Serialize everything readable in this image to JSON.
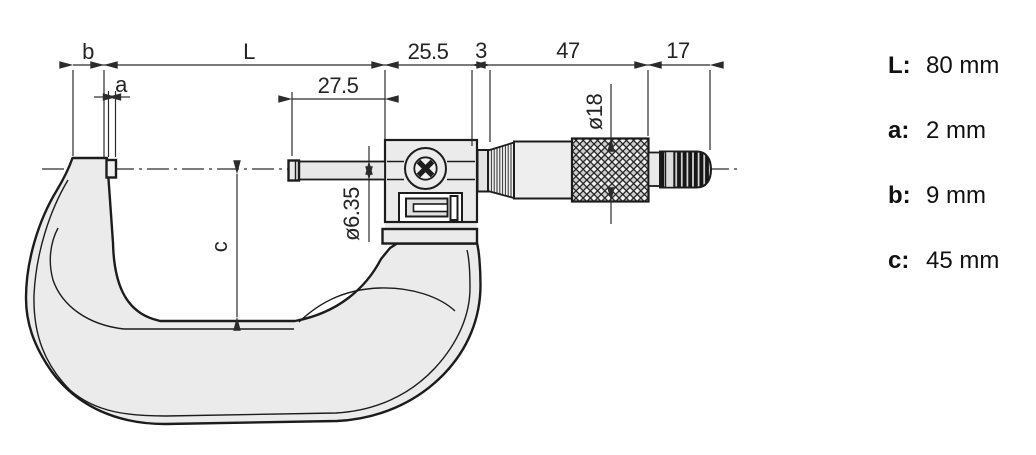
{
  "dimensions": {
    "b": "b",
    "L": "L",
    "a": "a",
    "c": "c",
    "sleeve_offset": "25.5",
    "gap": "3",
    "thimble_length": "47",
    "ratchet_length": "17",
    "spindle_length": "27.5",
    "spindle_diameter": "ø6.35",
    "thimble_diameter": "ø18"
  },
  "legend": {
    "items": [
      {
        "label": "L:",
        "value": "80 mm"
      },
      {
        "label": "a:",
        "value": "2 mm"
      },
      {
        "label": "b:",
        "value": "9 mm"
      },
      {
        "label": "c:",
        "value": "45 mm"
      }
    ]
  },
  "colors": {
    "outline": "#1c1c1c",
    "metal_fill": "#ebebeb",
    "dimension_line": "#2b2b2b",
    "ratchet_dark": "#161616"
  }
}
